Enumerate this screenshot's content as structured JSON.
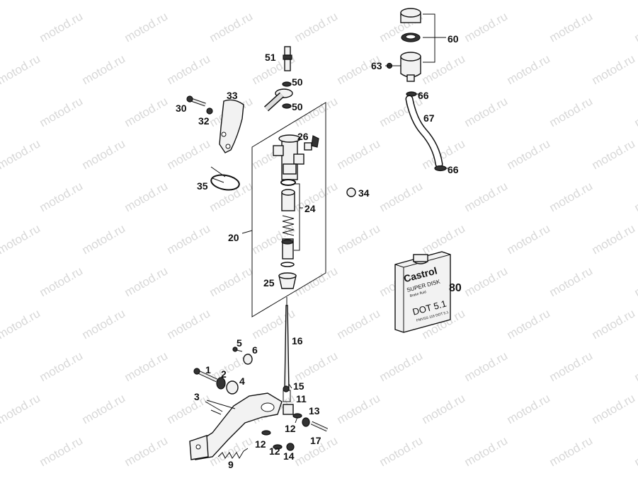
{
  "watermark": "motod.ru",
  "labels": {
    "p1": "1",
    "p2": "2",
    "p3": "3",
    "p4": "4",
    "p5": "5",
    "p6": "6",
    "p9": "9",
    "p11": "11",
    "p12a": "12",
    "p12b": "12",
    "p12c": "12",
    "p13": "13",
    "p14": "14",
    "p15": "15",
    "p16": "16",
    "p17": "17",
    "p20": "20",
    "p24": "24",
    "p25": "25",
    "p26": "26",
    "p30": "30",
    "p32": "32",
    "p33": "33",
    "p34": "34",
    "p35": "35",
    "p50a": "50",
    "p50b": "50",
    "p51": "51",
    "p60": "60",
    "p63": "63",
    "p66a": "66",
    "p66b": "66",
    "p67": "67",
    "p80": "80"
  },
  "fluid_can": {
    "brand": "Castrol",
    "product": "SUPER DISK",
    "subtitle": "Brake fluid",
    "grade": "DOT 5.1",
    "spec": "FMVSS 116 DOT 5.1"
  }
}
